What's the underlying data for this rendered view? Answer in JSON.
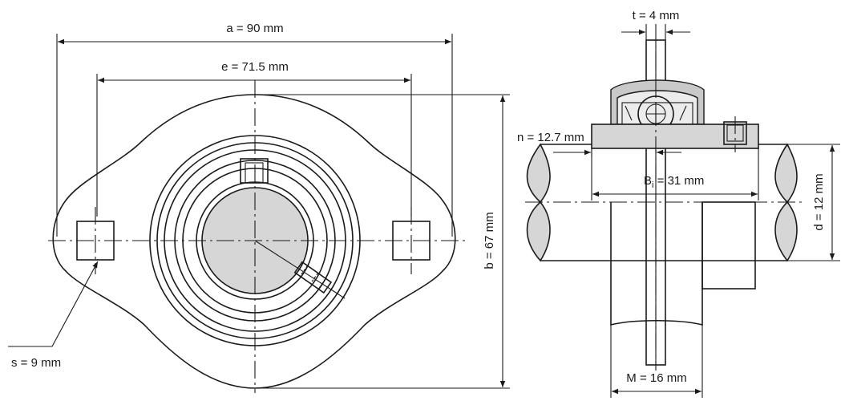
{
  "dimensions": {
    "a": "a = 90 mm",
    "e": "e = 71.5 mm",
    "b": "b = 67 mm",
    "s": "s = 9 mm",
    "t": "t = 4 mm",
    "n": "n = 12.7 mm",
    "bi_prefix": "B",
    "bi_sub": "i",
    "bi_suffix": " = 31 mm",
    "d": "d = 12 mm",
    "m": "M = 16 mm"
  }
}
